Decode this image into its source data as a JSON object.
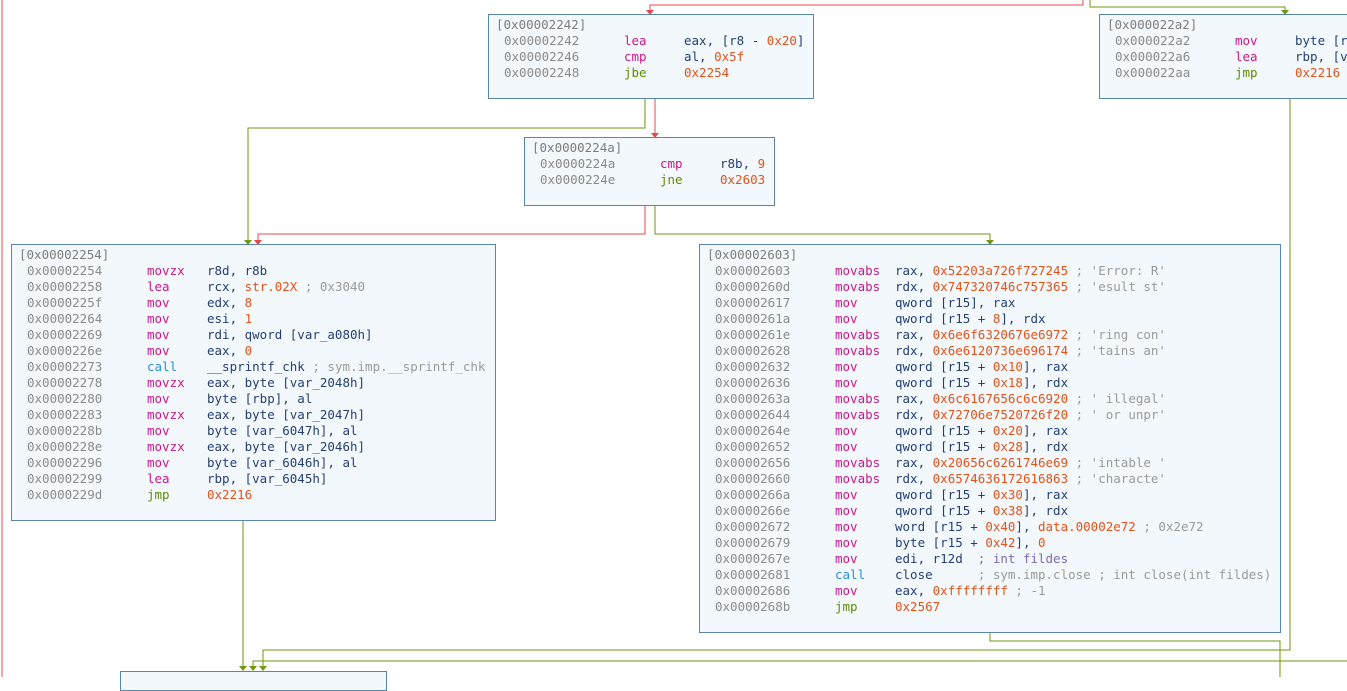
{
  "colors": {
    "edge_false": "#e8484c",
    "edge_true": "#6e9a0e",
    "block_bg": "#f2f8fc",
    "block_border": "#5a86ad",
    "address": "#8a8a8a",
    "mnemonic": "#c8178b",
    "call": "#2b8ed8",
    "jump": "#5f8d00",
    "number": "#e2531b",
    "comment": "#9a9a9a"
  },
  "blocks": [
    {
      "id": "b2242",
      "header": "[0x00002242]",
      "rows": [
        {
          "addr": "0x00002242",
          "mn": "lea",
          "kind": "",
          "ops": [
            {
              "t": "eax, [r8 - "
            },
            {
              "t": "0x20",
              "c": "num"
            },
            {
              "t": "]"
            }
          ]
        },
        {
          "addr": "0x00002246",
          "mn": "cmp",
          "kind": "",
          "ops": [
            {
              "t": "al, "
            },
            {
              "t": "0x5f",
              "c": "num"
            }
          ]
        },
        {
          "addr": "0x00002248",
          "mn": "jbe",
          "kind": "jmp",
          "ops": [
            {
              "t": "0x2254",
              "c": "num"
            }
          ]
        }
      ]
    },
    {
      "id": "b22a2",
      "header": "[0x000022a2]",
      "rows": [
        {
          "addr": "0x000022a2",
          "mn": "mov",
          "kind": "",
          "ops": [
            {
              "t": "byte [r"
            }
          ]
        },
        {
          "addr": "0x000022a6",
          "mn": "lea",
          "kind": "",
          "ops": [
            {
              "t": "rbp, [v"
            }
          ]
        },
        {
          "addr": "0x000022aa",
          "mn": "jmp",
          "kind": "jmp",
          "ops": [
            {
              "t": "0x2216",
              "c": "num"
            }
          ]
        }
      ]
    },
    {
      "id": "b224a",
      "header": "[0x0000224a]",
      "rows": [
        {
          "addr": "0x0000224a",
          "mn": "cmp",
          "kind": "",
          "ops": [
            {
              "t": "r8b, "
            },
            {
              "t": "9",
              "c": "num"
            }
          ]
        },
        {
          "addr": "0x0000224e",
          "mn": "jne",
          "kind": "jmp",
          "ops": [
            {
              "t": "0x2603",
              "c": "num"
            }
          ]
        }
      ]
    },
    {
      "id": "b2254",
      "header": "[0x00002254]",
      "rows": [
        {
          "addr": "0x00002254",
          "mn": "movzx",
          "kind": "",
          "ops": [
            {
              "t": "r8d, r8b"
            }
          ]
        },
        {
          "addr": "0x00002258",
          "mn": "lea",
          "kind": "",
          "ops": [
            {
              "t": "rcx, "
            },
            {
              "t": "str.02X",
              "c": "num"
            },
            {
              "t": " ; 0x3040",
              "c": "cmt"
            }
          ]
        },
        {
          "addr": "0x0000225f",
          "mn": "mov",
          "kind": "",
          "ops": [
            {
              "t": "edx, "
            },
            {
              "t": "8",
              "c": "num"
            }
          ]
        },
        {
          "addr": "0x00002264",
          "mn": "mov",
          "kind": "",
          "ops": [
            {
              "t": "esi, "
            },
            {
              "t": "1",
              "c": "num"
            }
          ]
        },
        {
          "addr": "0x00002269",
          "mn": "mov",
          "kind": "",
          "ops": [
            {
              "t": "rdi, qword [var_a080h]"
            }
          ]
        },
        {
          "addr": "0x0000226e",
          "mn": "mov",
          "kind": "",
          "ops": [
            {
              "t": "eax, "
            },
            {
              "t": "0",
              "c": "num"
            }
          ]
        },
        {
          "addr": "0x00002273",
          "mn": "call",
          "kind": "call",
          "ops": [
            {
              "t": "__sprintf_chk"
            },
            {
              "t": " ; sym.imp.__sprintf_chk",
              "c": "cmt"
            }
          ]
        },
        {
          "addr": "0x00002278",
          "mn": "movzx",
          "kind": "",
          "ops": [
            {
              "t": "eax, byte [var_2048h]"
            }
          ]
        },
        {
          "addr": "0x00002280",
          "mn": "mov",
          "kind": "",
          "ops": [
            {
              "t": "byte [rbp], al"
            }
          ]
        },
        {
          "addr": "0x00002283",
          "mn": "movzx",
          "kind": "",
          "ops": [
            {
              "t": "eax, byte [var_2047h]"
            }
          ]
        },
        {
          "addr": "0x0000228b",
          "mn": "mov",
          "kind": "",
          "ops": [
            {
              "t": "byte [var_6047h], al"
            }
          ]
        },
        {
          "addr": "0x0000228e",
          "mn": "movzx",
          "kind": "",
          "ops": [
            {
              "t": "eax, byte [var_2046h]"
            }
          ]
        },
        {
          "addr": "0x00002296",
          "mn": "mov",
          "kind": "",
          "ops": [
            {
              "t": "byte [var_6046h], al"
            }
          ]
        },
        {
          "addr": "0x00002299",
          "mn": "lea",
          "kind": "",
          "ops": [
            {
              "t": "rbp, [var_6045h]"
            }
          ]
        },
        {
          "addr": "0x0000229d",
          "mn": "jmp",
          "kind": "jmp",
          "ops": [
            {
              "t": "0x2216",
              "c": "num"
            }
          ]
        }
      ]
    },
    {
      "id": "b2603",
      "header": "[0x00002603]",
      "rows": [
        {
          "addr": "0x00002603",
          "mn": "movabs",
          "kind": "",
          "ops": [
            {
              "t": "rax, "
            },
            {
              "t": "0x52203a726f727245",
              "c": "num"
            },
            {
              "t": " ; 'Error: R'",
              "c": "cmt"
            }
          ]
        },
        {
          "addr": "0x0000260d",
          "mn": "movabs",
          "kind": "",
          "ops": [
            {
              "t": "rdx, "
            },
            {
              "t": "0x747320746c757365",
              "c": "num"
            },
            {
              "t": " ; 'esult st'",
              "c": "cmt"
            }
          ]
        },
        {
          "addr": "0x00002617",
          "mn": "mov",
          "kind": "",
          "ops": [
            {
              "t": "qword [r15], rax"
            }
          ]
        },
        {
          "addr": "0x0000261a",
          "mn": "mov",
          "kind": "",
          "ops": [
            {
              "t": "qword [r15 + "
            },
            {
              "t": "8",
              "c": "num"
            },
            {
              "t": "], rdx"
            }
          ]
        },
        {
          "addr": "0x0000261e",
          "mn": "movabs",
          "kind": "",
          "ops": [
            {
              "t": "rax, "
            },
            {
              "t": "0x6e6f6320676e6972",
              "c": "num"
            },
            {
              "t": " ; 'ring con'",
              "c": "cmt"
            }
          ]
        },
        {
          "addr": "0x00002628",
          "mn": "movabs",
          "kind": "",
          "ops": [
            {
              "t": "rdx, "
            },
            {
              "t": "0x6e6120736e696174",
              "c": "num"
            },
            {
              "t": " ; 'tains an'",
              "c": "cmt"
            }
          ]
        },
        {
          "addr": "0x00002632",
          "mn": "mov",
          "kind": "",
          "ops": [
            {
              "t": "qword [r15 + "
            },
            {
              "t": "0x10",
              "c": "num"
            },
            {
              "t": "], rax"
            }
          ]
        },
        {
          "addr": "0x00002636",
          "mn": "mov",
          "kind": "",
          "ops": [
            {
              "t": "qword [r15 + "
            },
            {
              "t": "0x18",
              "c": "num"
            },
            {
              "t": "], rdx"
            }
          ]
        },
        {
          "addr": "0x0000263a",
          "mn": "movabs",
          "kind": "",
          "ops": [
            {
              "t": "rax, "
            },
            {
              "t": "0x6c6167656c6c6920",
              "c": "num"
            },
            {
              "t": " ; ' illegal'",
              "c": "cmt"
            }
          ]
        },
        {
          "addr": "0x00002644",
          "mn": "movabs",
          "kind": "",
          "ops": [
            {
              "t": "rdx, "
            },
            {
              "t": "0x72706e7520726f20",
              "c": "num"
            },
            {
              "t": " ; ' or unpr'",
              "c": "cmt"
            }
          ]
        },
        {
          "addr": "0x0000264e",
          "mn": "mov",
          "kind": "",
          "ops": [
            {
              "t": "qword [r15 + "
            },
            {
              "t": "0x20",
              "c": "num"
            },
            {
              "t": "], rax"
            }
          ]
        },
        {
          "addr": "0x00002652",
          "mn": "mov",
          "kind": "",
          "ops": [
            {
              "t": "qword [r15 + "
            },
            {
              "t": "0x28",
              "c": "num"
            },
            {
              "t": "], rdx"
            }
          ]
        },
        {
          "addr": "0x00002656",
          "mn": "movabs",
          "kind": "",
          "ops": [
            {
              "t": "rax, "
            },
            {
              "t": "0x20656c6261746e69",
              "c": "num"
            },
            {
              "t": " ; 'intable '",
              "c": "cmt"
            }
          ]
        },
        {
          "addr": "0x00002660",
          "mn": "movabs",
          "kind": "",
          "ops": [
            {
              "t": "rdx, "
            },
            {
              "t": "0x6574636172616863",
              "c": "num"
            },
            {
              "t": " ; 'characte'",
              "c": "cmt"
            }
          ]
        },
        {
          "addr": "0x0000266a",
          "mn": "mov",
          "kind": "",
          "ops": [
            {
              "t": "qword [r15 + "
            },
            {
              "t": "0x30",
              "c": "num"
            },
            {
              "t": "], rax"
            }
          ]
        },
        {
          "addr": "0x0000266e",
          "mn": "mov",
          "kind": "",
          "ops": [
            {
              "t": "qword [r15 + "
            },
            {
              "t": "0x38",
              "c": "num"
            },
            {
              "t": "], rdx"
            }
          ]
        },
        {
          "addr": "0x00002672",
          "mn": "mov",
          "kind": "",
          "ops": [
            {
              "t": "word [r15 + "
            },
            {
              "t": "0x40",
              "c": "num"
            },
            {
              "t": "], "
            },
            {
              "t": "data.00002e72",
              "c": "num"
            },
            {
              "t": " ; 0x2e72",
              "c": "cmt"
            }
          ]
        },
        {
          "addr": "0x00002679",
          "mn": "mov",
          "kind": "",
          "ops": [
            {
              "t": "byte [r15 + "
            },
            {
              "t": "0x42",
              "c": "num"
            },
            {
              "t": "], "
            },
            {
              "t": "0",
              "c": "num"
            }
          ]
        },
        {
          "addr": "0x0000267e",
          "mn": "mov",
          "kind": "",
          "ops": [
            {
              "t": "edi, r12d"
            },
            {
              "t": "  ; int fildes",
              "c": "var"
            }
          ]
        },
        {
          "addr": "0x00002681",
          "mn": "call",
          "kind": "call",
          "ops": [
            {
              "t": "close"
            },
            {
              "t": "      ; sym.imp.close ; int close(int fildes)",
              "c": "cmt"
            }
          ]
        },
        {
          "addr": "0x00002686",
          "mn": "mov",
          "kind": "",
          "ops": [
            {
              "t": "eax, "
            },
            {
              "t": "0xffffffff",
              "c": "num"
            },
            {
              "t": " ; -1",
              "c": "cmt"
            }
          ]
        },
        {
          "addr": "0x0000268b",
          "mn": "jmp",
          "kind": "jmp",
          "ops": [
            {
              "t": "0x2567",
              "c": "num"
            }
          ]
        }
      ]
    }
  ]
}
